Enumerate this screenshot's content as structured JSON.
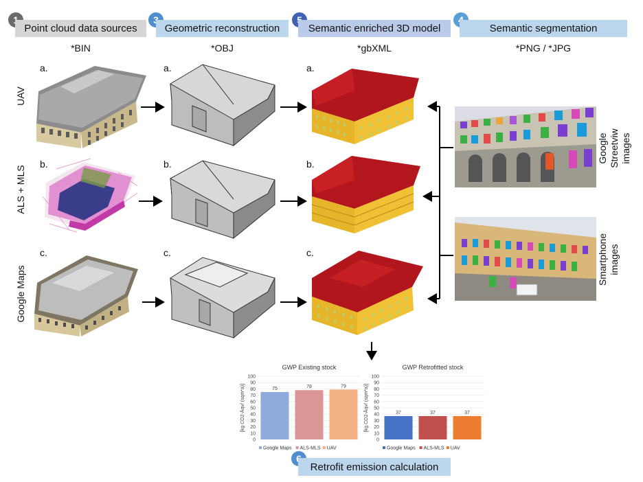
{
  "steps": [
    {
      "badge": "1",
      "title": "Point cloud data sources",
      "format": "*BIN",
      "badge_color": "#6b6b6b"
    },
    {
      "badge": "3",
      "title": "Geometric reconstruction",
      "format": "*OBJ",
      "badge_color": "#4f8fcf"
    },
    {
      "badge": "5",
      "title": "Semantic enriched 3D model",
      "format": "*gbXML",
      "badge_color": "#3f62b5"
    },
    {
      "badge": "4",
      "title": "Semantic segmentation",
      "format": "*PNG / *JPG",
      "badge_color": "#5a9fd6"
    }
  ],
  "rows": [
    {
      "source": "UAV",
      "letter": "a."
    },
    {
      "source": "ALS + MLS",
      "letter": "b."
    },
    {
      "source": "Google Maps",
      "letter": "c."
    }
  ],
  "images_side": {
    "streetview": "Google Streetviw images",
    "smartphone": "Smartphone images"
  },
  "final_step": {
    "badge": "6",
    "title": "Retrofit emission calculation",
    "badge_color": "#4f8fcf"
  },
  "chart_data": [
    {
      "type": "bar",
      "title": "GWP Existing stock",
      "ylabel": "[kg CO2-Äqv/ (sqm*a)]",
      "ylim": [
        0,
        100
      ],
      "yticks": [
        0,
        10,
        20,
        30,
        40,
        50,
        60,
        70,
        80,
        90,
        100
      ],
      "categories": [
        "Google Maps",
        "ALS-MLS",
        "UAV"
      ],
      "values": [
        75,
        78,
        79
      ],
      "colors": [
        "#8faadc",
        "#d99694",
        "#f4b183"
      ],
      "legend": "bottom"
    },
    {
      "type": "bar",
      "title": "GWP Retrofitted stock",
      "ylabel": "[kg CO2-Äqv/ (sqm*a)]",
      "ylim": [
        0,
        100
      ],
      "yticks": [
        0,
        10,
        20,
        30,
        40,
        50,
        60,
        70,
        80,
        90,
        100
      ],
      "categories": [
        "Google Maps",
        "ALS-MLS",
        "UAV"
      ],
      "values": [
        37,
        37,
        37
      ],
      "colors": [
        "#4472c4",
        "#c0504d",
        "#ed7d31"
      ],
      "legend": "bottom"
    }
  ]
}
